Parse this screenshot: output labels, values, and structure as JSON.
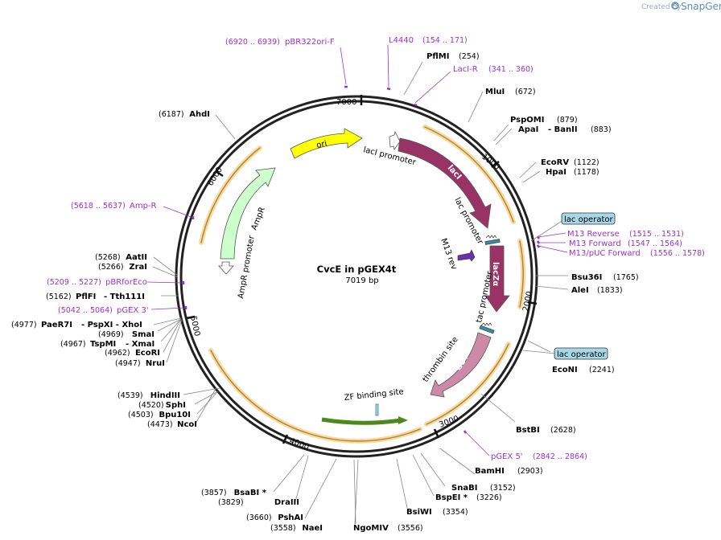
{
  "brand": {
    "created_by": "Created by",
    "name": "SnapGene"
  },
  "plasmid": {
    "name": "CvcE in pGEX4t",
    "length_label": "7019 bp"
  },
  "ticks": [
    "7000",
    "1000",
    "2000",
    "3000",
    "4000",
    "5000",
    "6000"
  ],
  "enzymes": [
    {
      "name": "PflMI",
      "pos": "(254)"
    },
    {
      "name": "MluI",
      "pos": "(672)"
    },
    {
      "name": "PspOMI",
      "pos": "(879)"
    },
    {
      "name": "ApaI",
      "extra": "- BanII",
      "pos": "(883)"
    },
    {
      "name": "EcoRV",
      "pos": "(1122)"
    },
    {
      "name": "HpaI",
      "pos": "(1178)"
    },
    {
      "name": "Bsu36I",
      "pos": "(1765)"
    },
    {
      "name": "AleI",
      "pos": "(1833)"
    },
    {
      "name": "EcoNI",
      "pos": "(2241)"
    },
    {
      "name": "BstBI",
      "pos": "(2628)"
    },
    {
      "name": "BamHI",
      "pos": "(2903)"
    },
    {
      "name": "SnaBI",
      "pos": "(3152)"
    },
    {
      "name": "BspEI *",
      "pos": "(3226)"
    },
    {
      "name": "BsiWI",
      "pos": "(3354)"
    },
    {
      "name": "NgoMIV",
      "pos": "(3556)"
    },
    {
      "name": "NaeI",
      "pos": "(3558)"
    },
    {
      "name": "PshAI",
      "pos": "(3660)"
    },
    {
      "name": "DraIII",
      "pos": "(3829)"
    },
    {
      "name": "BsaBI *",
      "pos": "(3857)"
    },
    {
      "name": "NcoI",
      "pos": "(4473)"
    },
    {
      "name": "Bpu10I",
      "pos": "(4503)"
    },
    {
      "name": "SphI",
      "pos": "(4520)"
    },
    {
      "name": "HindIII",
      "pos": "(4539)"
    },
    {
      "name": "NruI",
      "pos": "(4947)"
    },
    {
      "name": "EcoRI",
      "pos": "(4962)"
    },
    {
      "name": "TspMI",
      "extra": "- XmaI",
      "pos": "(4967)"
    },
    {
      "name": "SmaI",
      "pos": "(4969)"
    },
    {
      "name": "PaeR7I",
      "extra": "- PspXI   - XhoI",
      "pos": "(4977)"
    },
    {
      "name": "PflFI",
      "extra": "- Tth111I",
      "pos": "(5162)"
    },
    {
      "name": "ZraI",
      "pos": "(5266)"
    },
    {
      "name": "AatII",
      "pos": "(5268)"
    },
    {
      "name": "AhdI",
      "pos": "(6187)"
    }
  ],
  "primers": [
    {
      "name": "pBR322ori-F",
      "pos": "(6920 .. 6939)"
    },
    {
      "name": "L4440",
      "pos": "(154 .. 171)"
    },
    {
      "name": "LacI-R",
      "pos": "(341 .. 360)"
    },
    {
      "name": "M13 Reverse",
      "pos": "(1515 .. 1531)"
    },
    {
      "name": "M13 Forward",
      "pos": "(1547 .. 1564)"
    },
    {
      "name": "M13/pUC Forward",
      "pos": "(1556 .. 1578)"
    },
    {
      "name": "pGEX 5'",
      "pos": "(2842 .. 2864)"
    },
    {
      "name": "pGEX 3'",
      "pos": "(5042 .. 5064)"
    },
    {
      "name": "pBRforEco",
      "pos": "(5209 .. 5227)"
    },
    {
      "name": "Amp-R",
      "pos": "(5618 .. 5637)"
    }
  ],
  "operators": [
    "lac operator",
    "lac operator"
  ],
  "features": {
    "ori": "ori",
    "laci_promoter": "lacI promoter",
    "laci": "lacI",
    "lac_promoter": "lac promoter",
    "m13rev": "M13 rev",
    "laczalpha": "lacZα",
    "tac_promoter": "tac promoter",
    "thrombin": "thrombin site",
    "gst": "GST",
    "zf": "ZF binding site",
    "ampr": "AmpR",
    "ampr_promoter": "AmpR promoter"
  },
  "colors": {
    "ori": "#ffff00",
    "laci": "#993366",
    "gst": "#cc8aa6",
    "ampr": "#ccffcc",
    "orf": "#f5c56b",
    "primer": "#9b30d0",
    "operator_bg": "#a8d8e8"
  }
}
